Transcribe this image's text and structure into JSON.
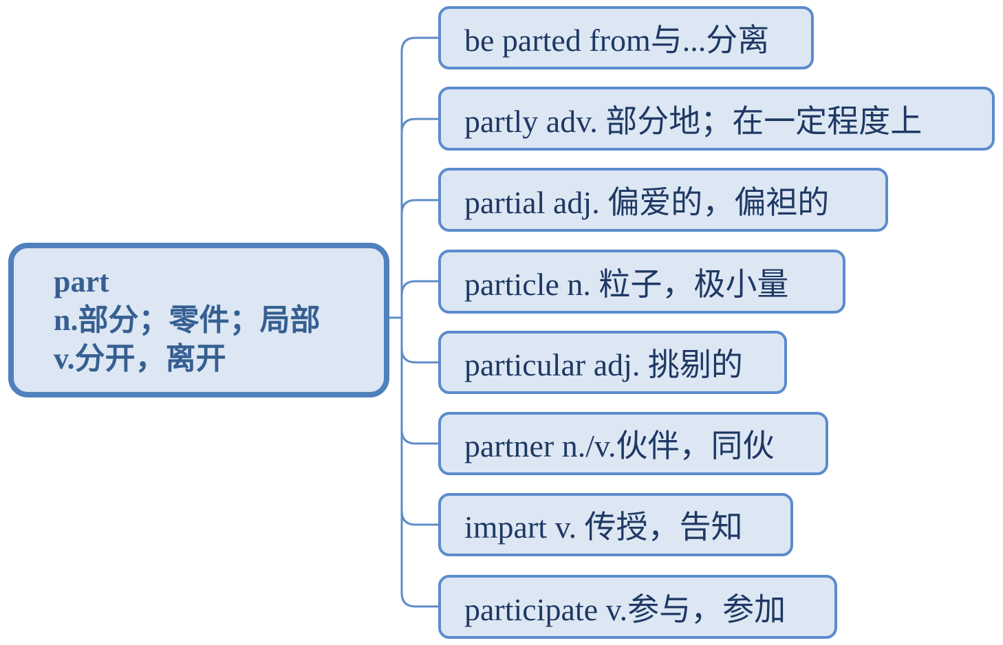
{
  "colors": {
    "node_fill": "#dce7f3",
    "root_border": "#4f81bd",
    "child_border": "#5b8bcd",
    "connector": "#5e8cc9",
    "root_text": "#365f91",
    "child_text": "#1f3864",
    "page_bg": "#ffffff"
  },
  "mindmap": {
    "root": {
      "word": "part",
      "lines": [
        "part",
        "n.部分；零件；局部",
        "v.分开，离开"
      ]
    },
    "children": [
      {
        "id": "be-parted-from",
        "label": "be parted from与...分离"
      },
      {
        "id": "partly",
        "label": "partly adv. 部分地；在一定程度上"
      },
      {
        "id": "partial",
        "label": "partial adj. 偏爱的，偏袒的"
      },
      {
        "id": "particle",
        "label": "particle n. 粒子，极小量"
      },
      {
        "id": "particular",
        "label": "particular adj. 挑剔的"
      },
      {
        "id": "partner",
        "label": "partner n./v.伙伴，同伙"
      },
      {
        "id": "impart",
        "label": "impart v. 传授，告知"
      },
      {
        "id": "participate",
        "label": "participate v.参与，参加"
      }
    ]
  }
}
